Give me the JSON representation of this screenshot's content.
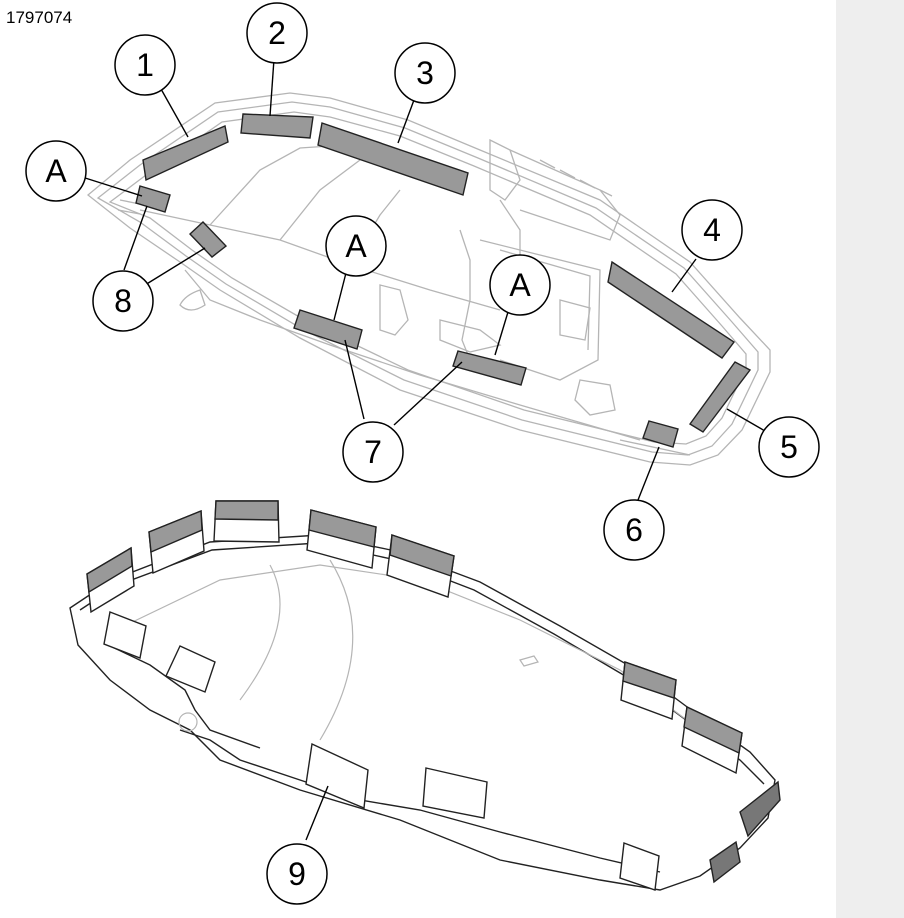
{
  "figure": {
    "id": "1797074"
  },
  "callouts": [
    {
      "label": "1"
    },
    {
      "label": "2"
    },
    {
      "label": "3"
    },
    {
      "label": "A"
    },
    {
      "label": "8"
    },
    {
      "label": "A"
    },
    {
      "label": "A"
    },
    {
      "label": "4"
    },
    {
      "label": "5"
    },
    {
      "label": "6"
    },
    {
      "label": "7"
    },
    {
      "label": "9"
    }
  ],
  "colors": {
    "line": "#222222",
    "light_line": "#b5b5b5",
    "pad_fill": "#999999",
    "tab_fill": "#ffffff",
    "background": "#ffffff",
    "side_strip": "#eeeeee"
  }
}
